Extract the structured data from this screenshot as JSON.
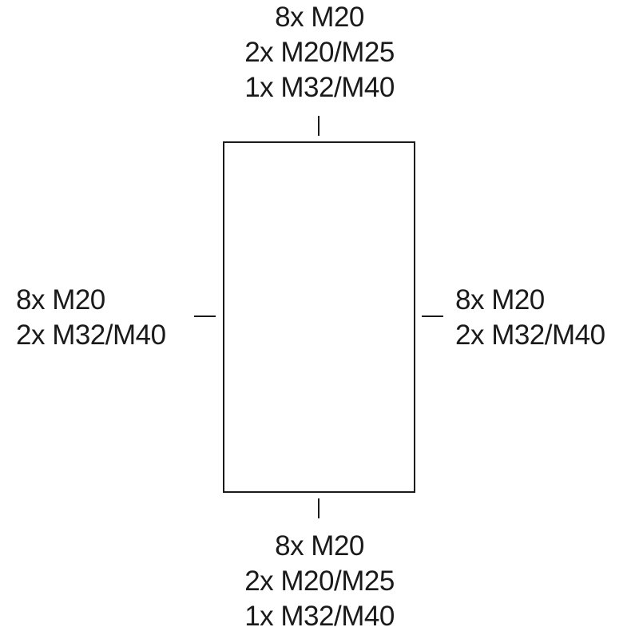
{
  "top": {
    "lines": [
      "8x M20",
      "2x M20/M25",
      "1x M32/M40"
    ]
  },
  "left": {
    "lines": [
      "8x M20",
      "2x M32/M40"
    ]
  },
  "right": {
    "lines": [
      "8x M20",
      "2x M32/M40"
    ]
  },
  "bottom": {
    "lines": [
      "8x M20",
      "2x M20/M25",
      "1x M32/M40"
    ]
  },
  "colors": {
    "line": "#1a1a1a",
    "background": "#ffffff"
  }
}
